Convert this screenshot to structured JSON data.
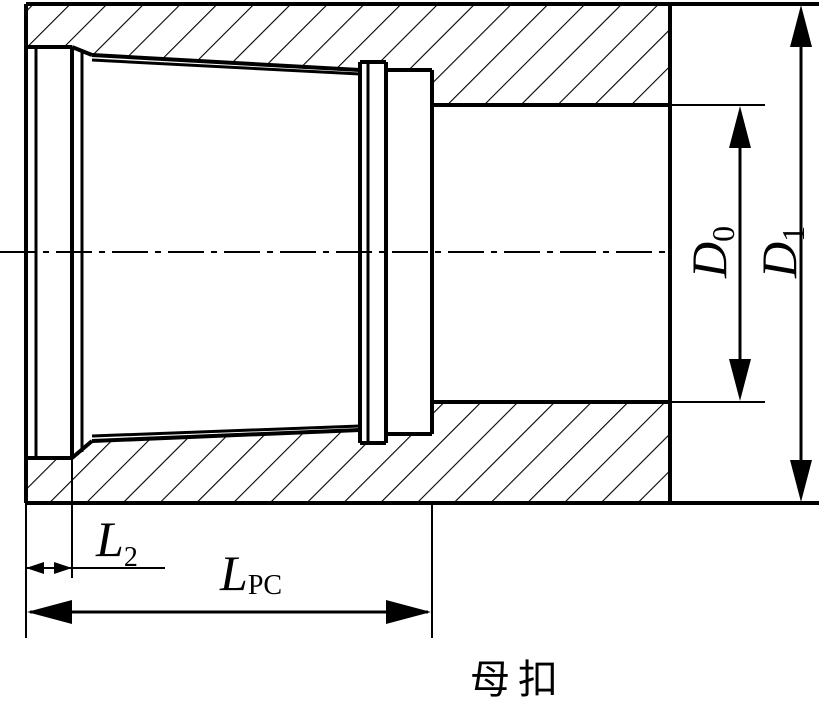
{
  "labels": {
    "d0_main": "D",
    "d0_sub": "0",
    "d1_main": "D",
    "d1_sub": "1",
    "l2_main": "L",
    "l2_sub": "2",
    "lpc_main": "L",
    "lpc_sub": "PC"
  },
  "caption": "母扣",
  "colors": {
    "ink": "#000000",
    "background": "#ffffff"
  }
}
